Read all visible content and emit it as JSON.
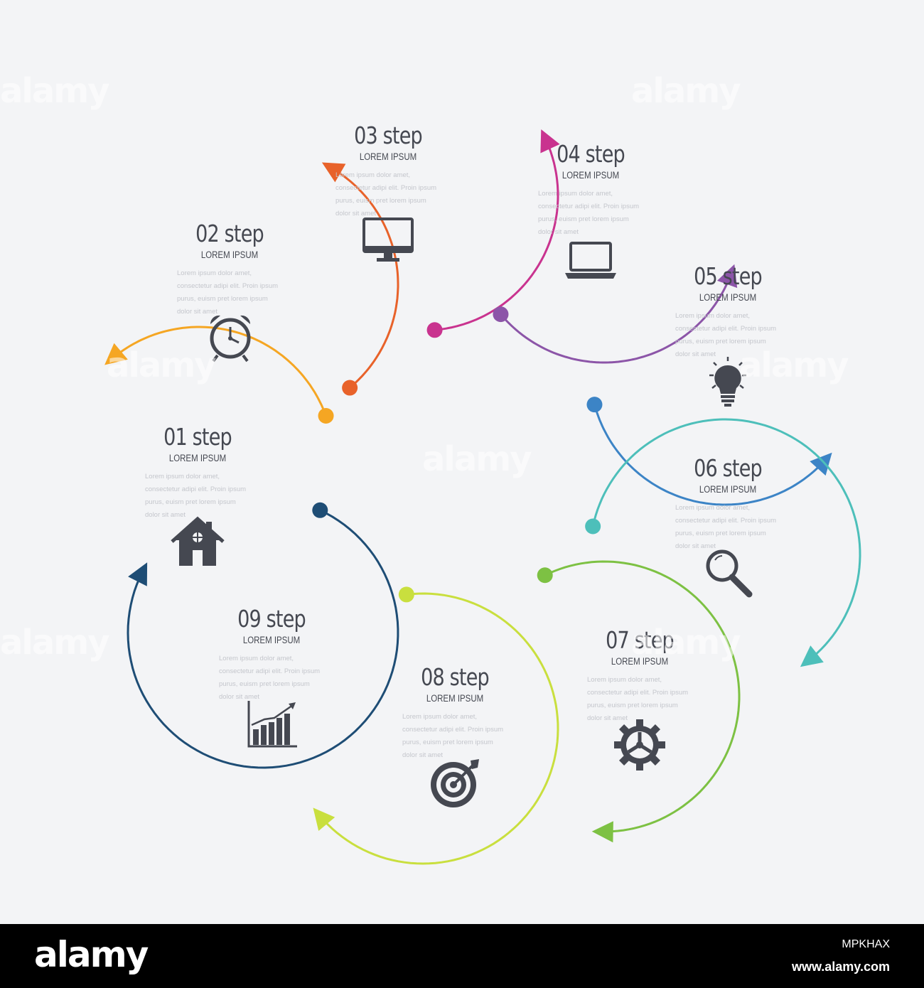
{
  "body_text": "Lorem ipsum dolor amet, consectetur adipi elit. Proin ipsum purus, euism pret lorem ipsum dolor sit amet",
  "steps": [
    {
      "title": "01 step",
      "subtitle": "LOREM IPSUM",
      "color": "#f5a623",
      "icon": "house-icon"
    },
    {
      "title": "02 step",
      "subtitle": "LOREM IPSUM",
      "color": "#e8622a",
      "icon": "alarm-clock-icon"
    },
    {
      "title": "03 step",
      "subtitle": "LOREM IPSUM",
      "color": "#c9338f",
      "icon": "monitor-icon"
    },
    {
      "title": "04 step",
      "subtitle": "LOREM IPSUM",
      "color": "#8c55a8",
      "icon": "laptop-icon"
    },
    {
      "title": "05 step",
      "subtitle": "LOREM IPSUM",
      "color": "#3c84c6",
      "icon": "lightbulb-icon"
    },
    {
      "title": "06 step",
      "subtitle": "LOREM IPSUM",
      "color": "#4dbfba",
      "icon": "magnifier-icon"
    },
    {
      "title": "07 step",
      "subtitle": "LOREM IPSUM",
      "color": "#7dc143",
      "icon": "gear-icon"
    },
    {
      "title": "08 step",
      "subtitle": "LOREM IPSUM",
      "color": "#c9df3e",
      "icon": "target-icon"
    },
    {
      "title": "09 step",
      "subtitle": "LOREM IPSUM",
      "color": "#1e4d75",
      "icon": "bar-chart-icon"
    }
  ],
  "watermark": "alamy",
  "footer": {
    "logo": "alamy",
    "image_id": "MPKHAX",
    "url": "www.alamy.com"
  }
}
